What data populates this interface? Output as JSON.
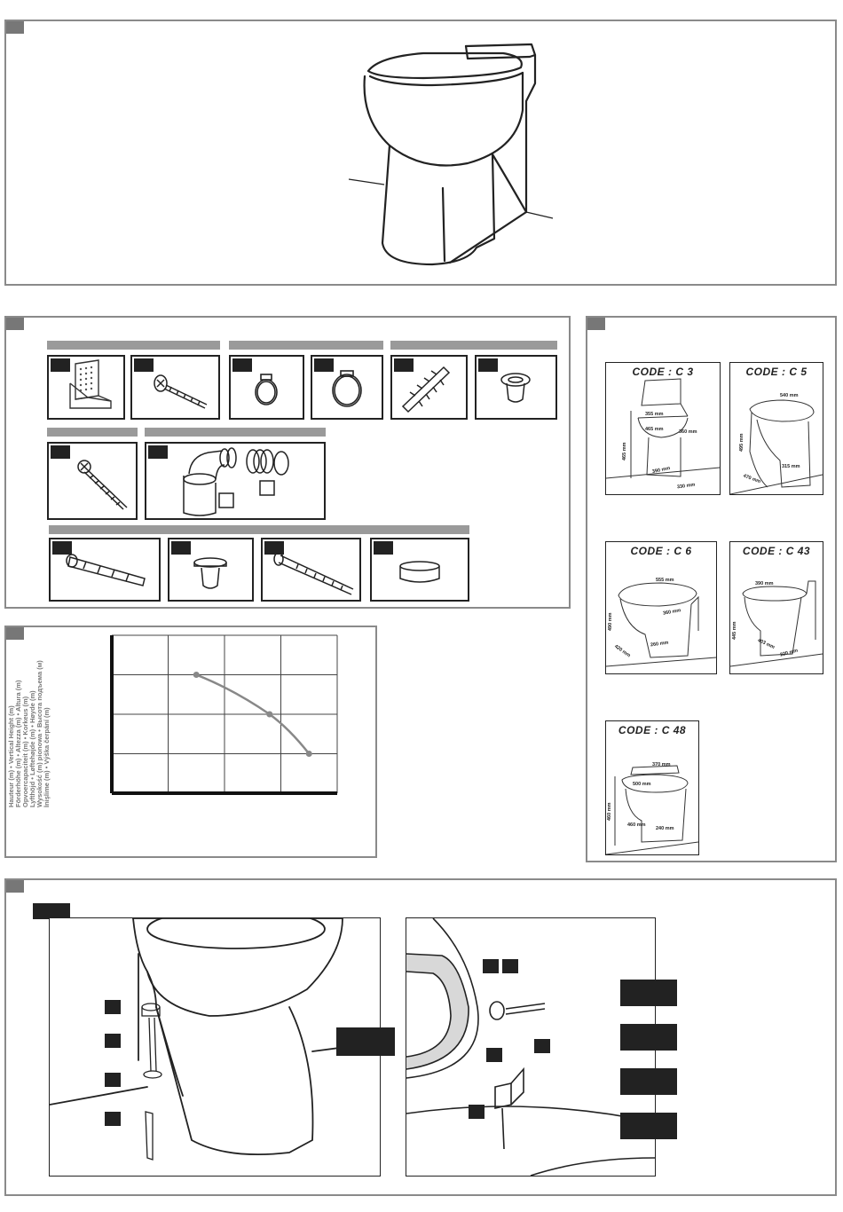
{
  "product_dimensions": [
    {
      "code": "CODE : C 3",
      "dims": [
        "355 mm",
        "465 mm",
        "360 mm",
        "465 mm",
        "390 mm",
        "330 mm"
      ]
    },
    {
      "code": "CODE : C 5",
      "dims": [
        "540 mm",
        "495 mm",
        "315 mm",
        "470 mm"
      ]
    },
    {
      "code": "CODE : C 6",
      "dims": [
        "555 mm",
        "360 mm",
        "490 mm",
        "260 mm",
        "420 mm"
      ]
    },
    {
      "code": "CODE : C 43",
      "dims": [
        "390 mm",
        "445 mm",
        "403 mm",
        "220 mm"
      ]
    },
    {
      "code": "CODE : C 48",
      "dims": [
        "370 mm",
        "500 mm",
        "460 mm",
        "460 mm",
        "240 mm"
      ]
    }
  ],
  "chart_data": {
    "type": "line",
    "title": "",
    "xlabel": "",
    "ylabel_lines": [
      "Hauteur (m) • Vertical Height (m)",
      "Förderhöhe (m) • Altezza (m) • Altura (m)",
      "Opvoercapaciteit (m) • Korkeus (m)",
      "Lyfthöjd • Løftehøjde (m) • Høyde (m)",
      "Wysokość (m) pionowa • Высота подъема (м)",
      "İnişlime (m) • Výška čerpání (m)"
    ],
    "grid": true,
    "x": [
      1.5,
      2.8,
      3.5
    ],
    "y": [
      3.0,
      2.0,
      1.0
    ],
    "xlim": [
      0,
      4
    ],
    "ylim": [
      0,
      4
    ]
  }
}
